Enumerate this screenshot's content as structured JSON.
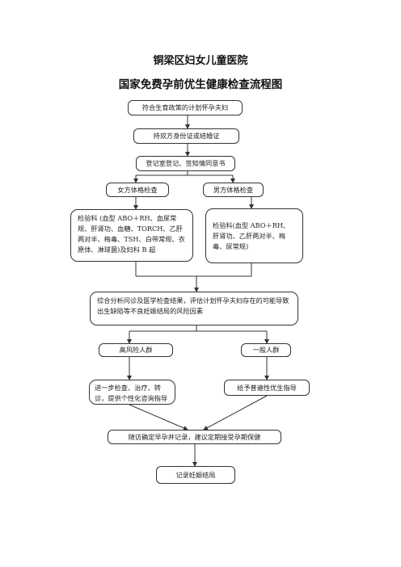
{
  "header": {
    "hospital": "铜梁区妇女儿童医院",
    "title": "国家免费孕前优生健康检查流程图"
  },
  "flow": {
    "step1": "符合生育政策的计划怀孕夫妇",
    "step2": "持双方身份证或结婚证",
    "step3": "登记室登记、签知情同意书",
    "female_exam": "女方体格检查",
    "male_exam": "男方体格检查",
    "female_lab": "检验科 (血型 ABO＋RH、血尿常规、肝肾功、血糖、TORCH、乙肝两对半、梅毒、TSH、白带常规、衣原体、淋球菌)及妇科 B 超",
    "male_lab": "检验科(血型 ABO＋RH、肝肾功、乙肝两对半、梅毒、尿常规)",
    "assessment": "综合分析问诊及医学检查结果，评估计划怀孕夫妇存在的可能导致出生缺陷等不良妊娠结局的风险因素",
    "high_risk": "高风险人群",
    "general": "一般人群",
    "high_risk_action": "进一步检查、治疗、转诊，提供个性化咨询指导",
    "general_action": "给予普遍性优生指导",
    "followup": "随访确定早孕并记录，建议定期接受孕期保健",
    "outcome": "记录妊娠结局"
  },
  "colors": {
    "line": "#333333",
    "border": "#333333",
    "background": "#ffffff"
  }
}
